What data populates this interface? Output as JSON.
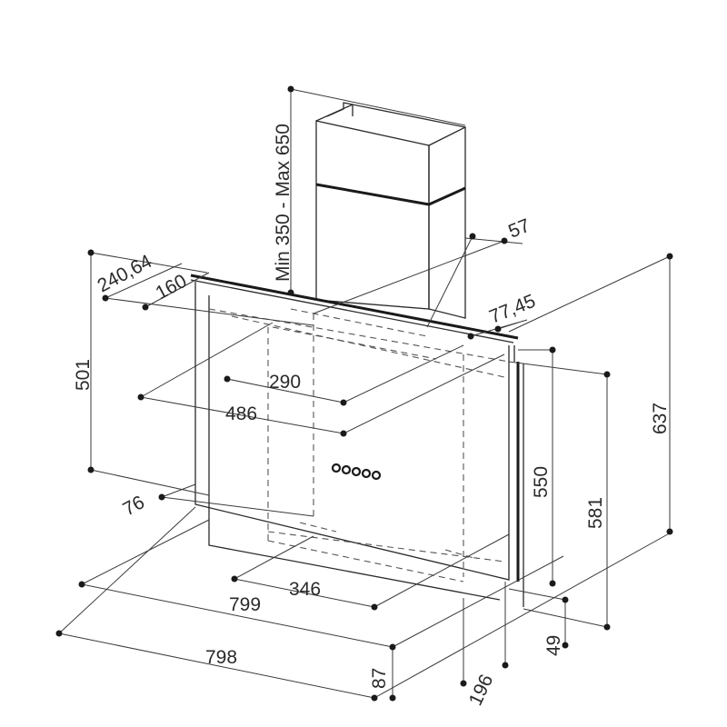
{
  "dimensions": {
    "chimney_height": "Min  350  -  Max  650",
    "chimney_offset": "57",
    "side_offset": "77,45",
    "top_left_a": "240,64",
    "top_left_b": "160",
    "height_left": "501",
    "duct_inner": "290",
    "duct_outer": "486",
    "bottom_left": "76",
    "bracket_width": "346",
    "width_799": "799",
    "width_798": "798",
    "panel_550": "550",
    "height_581": "581",
    "height_637": "637",
    "depth_49": "49",
    "depth_87": "87",
    "depth_196": "196"
  },
  "controls": {
    "knob_count": 5
  }
}
